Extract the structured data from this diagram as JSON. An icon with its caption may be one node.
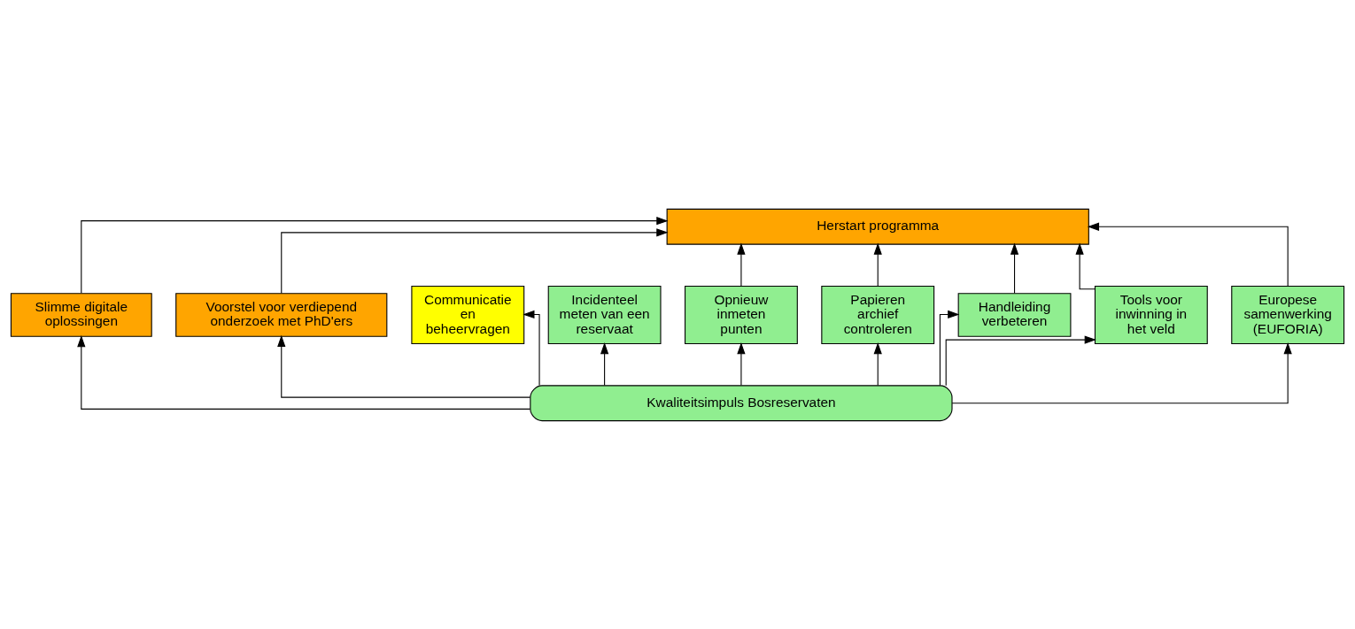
{
  "diagram": {
    "nodes": [
      {
        "text": [
          "Herstart programma"
        ]
      },
      {
        "text": [
          "Slimme digitale oplossingen"
        ]
      },
      {
        "text": [
          "Voorstel voor verdiepend onderzoek met PhD'ers"
        ]
      },
      {
        "text": [
          "Communicatie en beheervragen"
        ]
      },
      {
        "text": [
          "Incidenteel meten van een reservaat"
        ]
      },
      {
        "text": [
          "Opnieuw inmeten punten"
        ]
      },
      {
        "text": [
          "Papieren archief controleren"
        ]
      },
      {
        "text": [
          "Handleiding verbeteren"
        ]
      },
      {
        "text": [
          "Tools voor inwinning in het veld"
        ]
      },
      {
        "text": [
          "Europese samenwerking (EUFORIA)"
        ]
      },
      {
        "text": [
          "Kwaliteitsimpuls Bosreservaten"
        ]
      }
    ],
    "edges": [
      {
        "from": 10,
        "to": 3,
        "arrow": "to"
      },
      {
        "from": 10,
        "to": 4,
        "arrow": "to"
      },
      {
        "from": 10,
        "to": 5,
        "arrow": "to"
      },
      {
        "from": 10,
        "to": 6,
        "arrow": "to"
      },
      {
        "from": 10,
        "to": 7,
        "arrow": "to"
      },
      {
        "from": 10,
        "to": 8,
        "arrow": "to"
      },
      {
        "from": 10,
        "to": 9,
        "arrow": "to"
      },
      {
        "from": 10,
        "to": 1,
        "arrow": "to"
      },
      {
        "from": 10,
        "to": 2,
        "arrow": "to"
      },
      {
        "from": 5,
        "to": 0,
        "arrow": "to"
      },
      {
        "from": 6,
        "to": 0,
        "arrow": "to"
      },
      {
        "from": 7,
        "to": 0,
        "arrow": "to"
      },
      {
        "from": 8,
        "to": 0,
        "arrow": "to"
      },
      {
        "from": 9,
        "to": 0,
        "arrow": "to"
      },
      {
        "from": 1,
        "to": 0,
        "arrow": "to"
      },
      {
        "from": 2,
        "to": 0,
        "arrow": "to"
      }
    ]
  }
}
